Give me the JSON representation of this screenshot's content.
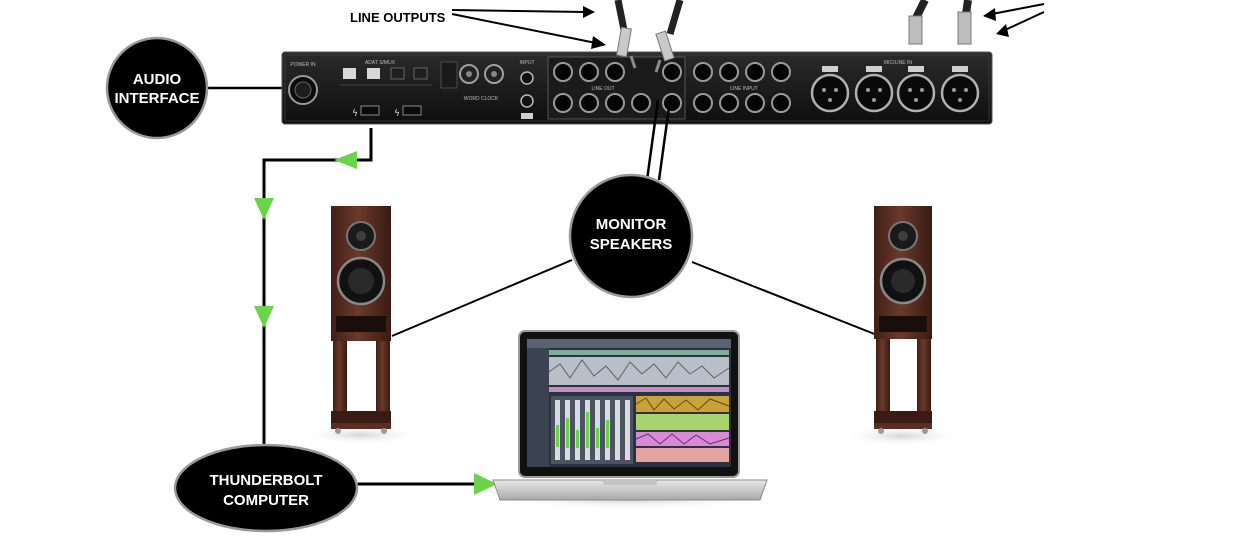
{
  "labels": {
    "line_outputs": "LINE OUTPUTS",
    "audio_interface": [
      "AUDIO",
      "INTERFACE"
    ],
    "monitor_speakers": [
      "MONITOR",
      "SPEAKERS"
    ],
    "thunderbolt_computer": [
      "THUNDERBOLT",
      "COMPUTER"
    ]
  },
  "panel": {
    "power": "POWER IN",
    "adat": "ADAT S/MUX",
    "word_clock": "WORD CLOCK",
    "input": "INPUT",
    "line_output": "LINE OUT",
    "line_input": "LINE INPUT",
    "mic_line": "MIC/LINE IN"
  },
  "colors": {
    "arrow_green": "#6bd34a",
    "callout_fill": "#000000",
    "callout_border": "#9a9a9a",
    "rack_body": "#161616",
    "speaker_wood": "#5a2e22"
  }
}
